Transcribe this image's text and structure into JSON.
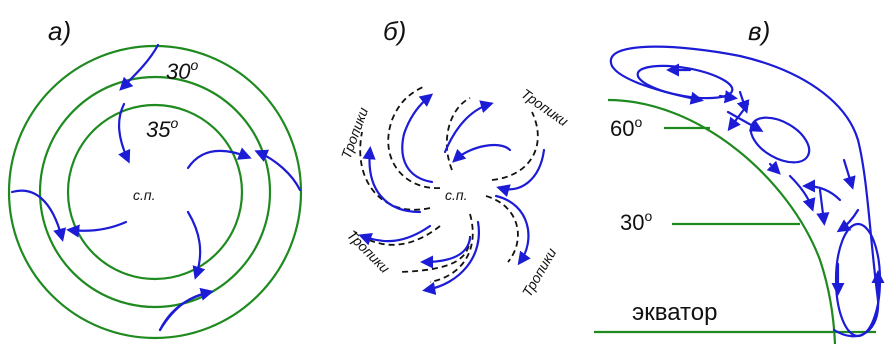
{
  "panels": {
    "a": {
      "label": "а)",
      "lat_outer": "30",
      "lat_inner": "35",
      "deg": "o",
      "pole": "с.п."
    },
    "b": {
      "label": "б)",
      "pole": "с.п.",
      "tropics": "Тропики"
    },
    "c": {
      "label": "в)",
      "lat60": "60",
      "lat30": "30",
      "deg": "o",
      "equator": "экватор"
    }
  },
  "colors": {
    "lines": "#1f8a1f",
    "arrows": "#1c1cd6",
    "dashes": "#111111",
    "text": "#111111"
  }
}
